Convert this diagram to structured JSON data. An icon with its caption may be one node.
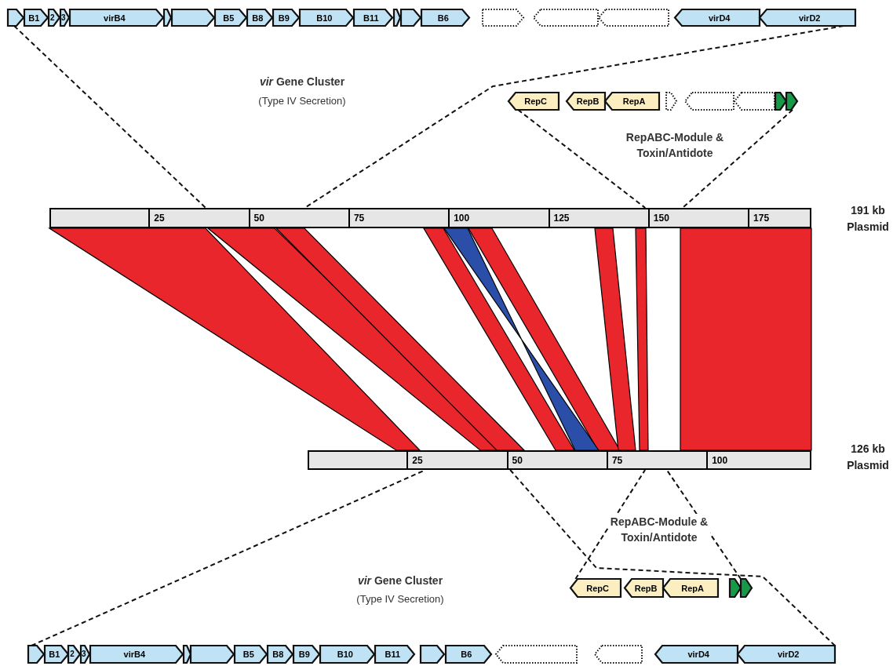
{
  "diagram": {
    "nodes": [
      {
        "text": [],
        "shape": "arrow"
      },
      {
        "text": [
          "B1"
        ]
      },
      {
        "text": [
          "2"
        ]
      },
      {
        "text": [
          "3"
        ]
      },
      {
        "text": [
          "virB4"
        ]
      },
      {
        "text": [],
        "shape": "arrow"
      },
      {
        "text": [],
        "shape": "arrow"
      },
      {
        "text": [
          "B5"
        ]
      },
      {
        "text": [
          "B8"
        ]
      },
      {
        "text": [
          "B9"
        ]
      },
      {
        "text": [
          "B10"
        ]
      },
      {
        "text": [
          "B11"
        ]
      },
      {
        "text": [],
        "shape": "arrow"
      },
      {
        "text": [],
        "shape": "arrow"
      },
      {
        "text": [
          "B6"
        ]
      },
      {
        "text": [],
        "shape": "arrow"
      },
      {
        "text": [],
        "shape": "arrow"
      },
      {
        "text": [],
        "shape": "arrow"
      },
      {
        "text": [
          "virD4"
        ]
      },
      {
        "text": [
          "virD2"
        ]
      },
      {
        "text": [
          "RepC"
        ]
      },
      {
        "text": [
          "RepB"
        ]
      },
      {
        "text": [
          "RepA"
        ]
      },
      {
        "text": [],
        "shape": "arrow"
      },
      {
        "text": [],
        "shape": "arrow"
      },
      {
        "text": [],
        "shape": "arrow"
      },
      {
        "text": [],
        "shape": "arrow"
      },
      {
        "text": [],
        "shape": "arrow"
      },
      {
        "text": [
          "25",
          "50",
          "75",
          "100",
          "125",
          "150",
          "175"
        ]
      },
      {
        "text": [
          "25",
          "50",
          "75",
          "100"
        ]
      },
      {
        "text": [
          "RepC"
        ]
      },
      {
        "text": [
          "RepB"
        ]
      },
      {
        "text": [
          "RepA"
        ]
      },
      {
        "text": [],
        "shape": "arrow"
      },
      {
        "text": [],
        "shape": "arrow"
      },
      {
        "text": [],
        "shape": "arrow"
      },
      {
        "text": [
          "B1"
        ]
      },
      {
        "text": [
          "2"
        ]
      },
      {
        "text": [
          "3"
        ]
      },
      {
        "text": [
          "virB4"
        ]
      },
      {
        "text": [],
        "shape": "arrow"
      },
      {
        "text": [],
        "shape": "arrow"
      },
      {
        "text": [
          "B5"
        ]
      },
      {
        "text": [
          "B8"
        ]
      },
      {
        "text": [
          "B9"
        ]
      },
      {
        "text": [
          "B10"
        ]
      },
      {
        "text": [
          "B11"
        ]
      },
      {
        "text": [],
        "shape": "arrow"
      },
      {
        "text": [
          "B6"
        ]
      },
      {
        "text": [],
        "shape": "arrow"
      },
      {
        "text": [],
        "shape": "arrow"
      },
      {
        "text": [
          "virD4"
        ]
      },
      {
        "text": [
          "virD2"
        ]
      }
    ],
    "edges": [
      {
        "from": 0,
        "to": 28,
        "arrow": "none",
        "style": "dashed"
      },
      {
        "from": 19,
        "to": 28,
        "arrow": "none",
        "style": "dashed"
      },
      {
        "from": 20,
        "to": 28,
        "arrow": "none",
        "style": "dashed"
      },
      {
        "from": 27,
        "to": 28,
        "arrow": "none",
        "style": "dashed"
      },
      {
        "from": 35,
        "to": 29,
        "arrow": "none",
        "style": "dashed"
      },
      {
        "from": 52,
        "to": 29,
        "arrow": "none",
        "style": "dashed"
      },
      {
        "from": 30,
        "to": 29,
        "arrow": "none",
        "style": "dashed"
      },
      {
        "from": 34,
        "to": 29,
        "arrow": "none",
        "style": "dashed"
      }
    ],
    "labels": [
      "*vir* Gene Cluster",
      "(Type IV Secretion)",
      "RepABC-Module & Toxin/Antidote",
      "191 kb Plasmid",
      "126 kb Plasmid",
      "RepABC-Module & Toxin/Antidote",
      "*vir* Gene Cluster",
      "(Type IV Secretion)"
    ]
  }
}
